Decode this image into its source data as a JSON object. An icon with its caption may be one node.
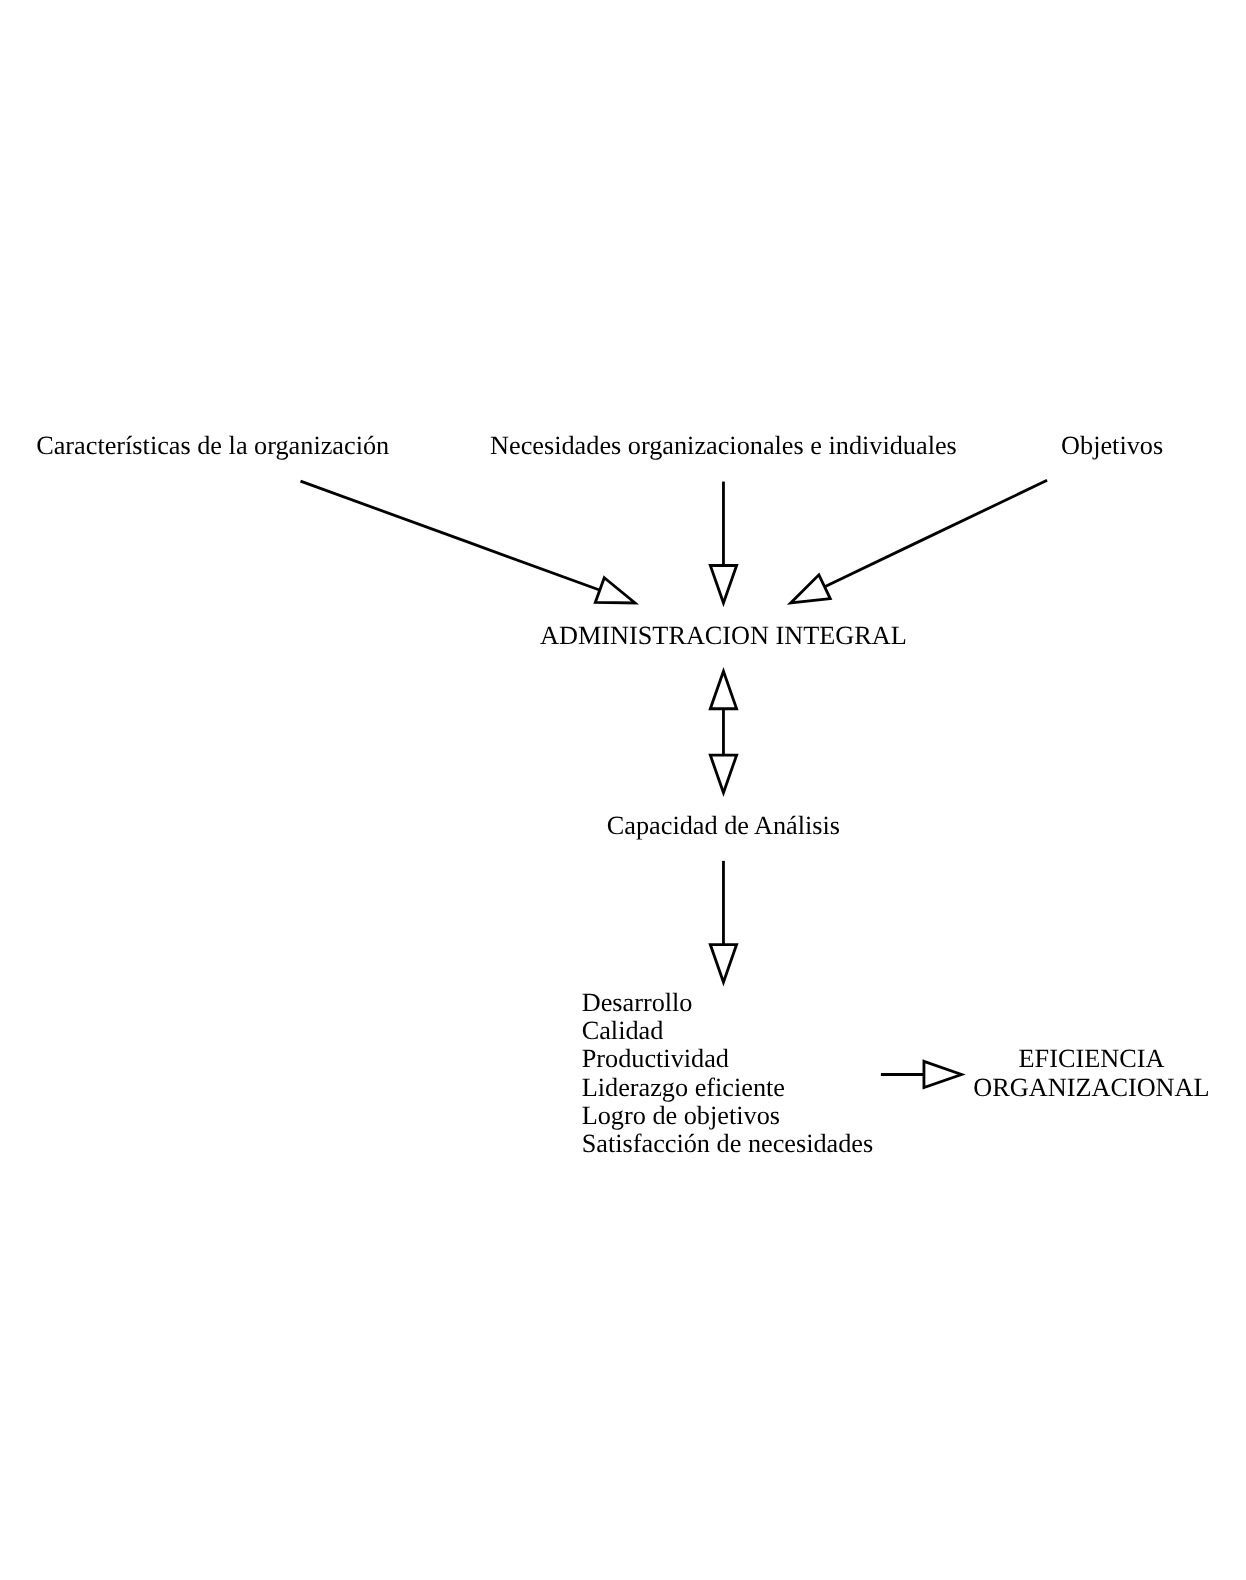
{
  "diagram": {
    "nodes": [
      {
        "text": [
          "Características de la organización"
        ]
      },
      {
        "text": [
          "Necesidades organizacionales e individuales"
        ]
      },
      {
        "text": [
          "Objetivos"
        ]
      },
      {
        "text": [
          "ADMINISTRACION INTEGRAL"
        ]
      },
      {
        "text": [
          "Capacidad de Análisis"
        ]
      },
      {
        "text": [
          "Desarrollo",
          "Calidad",
          "Productividad",
          "Liderazgo eficiente",
          "Logro de objetivos",
          "Satisfacción de necesidades"
        ]
      },
      {
        "text": [
          "EFICIENCIA",
          "ORGANIZACIONAL"
        ]
      }
    ],
    "edges": [
      {
        "from": 0,
        "to": 3,
        "arrow": "to"
      },
      {
        "from": 1,
        "to": 3,
        "arrow": "to"
      },
      {
        "from": 2,
        "to": 3,
        "arrow": "to"
      },
      {
        "from": 3,
        "to": 4,
        "arrow": "both"
      },
      {
        "from": 4,
        "to": 5,
        "arrow": "to"
      },
      {
        "from": 5,
        "to": 6,
        "arrow": "to"
      }
    ]
  }
}
